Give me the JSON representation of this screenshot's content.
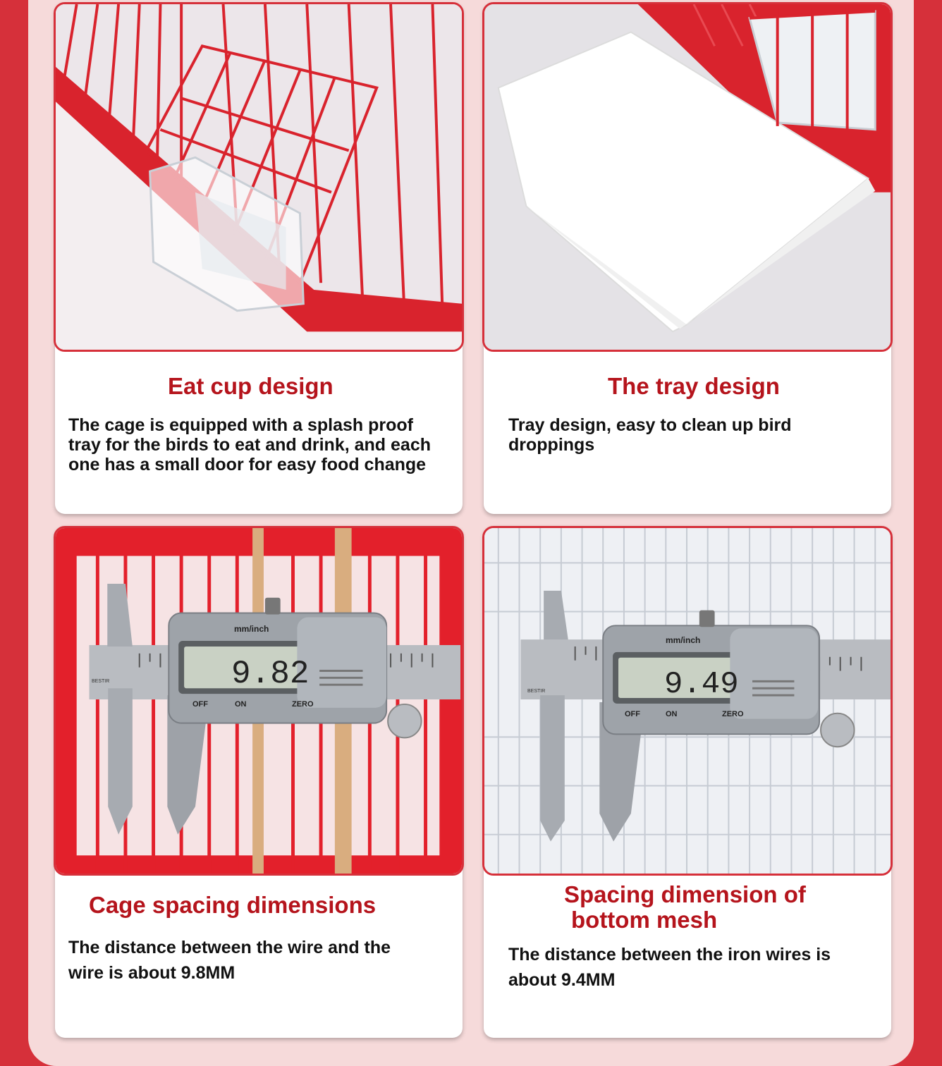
{
  "accent_color": "#d6303a",
  "title_color": "#b5141c",
  "cards": [
    {
      "title": "Eat cup design",
      "description": "The cage is equipped with a splash proof tray for the birds to eat and drink, and each one has a small door for easy food change"
    },
    {
      "title": "The tray design",
      "description": "Tray design, easy to clean up bird droppings"
    },
    {
      "title": "Cage spacing dimensions",
      "description": "The distance between the wire and the wire is about 9.8MM",
      "caliper": {
        "reading": "9.82",
        "unit_label": "mm/inch",
        "off_label": "OFF",
        "on_label": "ON",
        "zero_label": "ZERO",
        "brand": "BESTIR"
      }
    },
    {
      "title_line1": "Spacing dimension of",
      "title_line2": "bottom mesh",
      "description": "The distance between the iron wires is about 9.4MM",
      "caliper": {
        "reading": "9.49",
        "unit_label": "mm/inch",
        "off_label": "OFF",
        "on_label": "ON",
        "zero_label": "ZERO",
        "brand": "BESTIR"
      }
    }
  ]
}
